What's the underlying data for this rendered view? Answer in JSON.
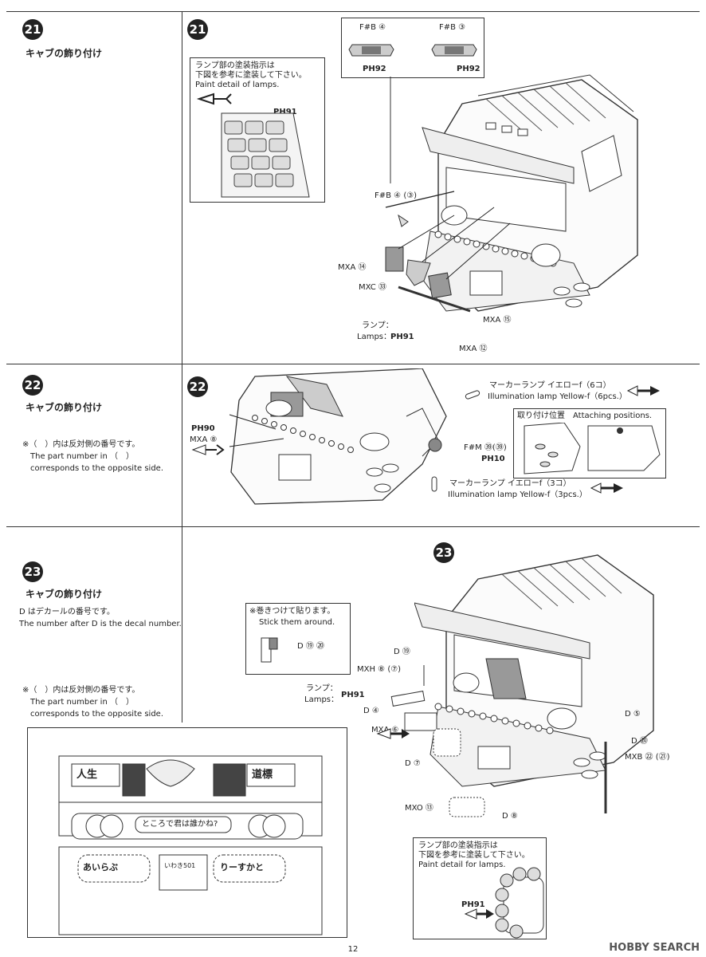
{
  "s21": {
    "num": "21",
    "title": "キャブの飾り付け",
    "paint_note_1": "ランプ部の塗装指示は",
    "paint_note_2": "下図を参考に塗装して下さい。",
    "paint_note_3": "Paint detail of lamps.",
    "ph91": "PH91",
    "top_left_fb": "F#B ④",
    "top_right_fb": "F#B ③",
    "top_left_ph": "PH92",
    "top_right_ph": "PH92",
    "fb43": "F#B ④ (③)",
    "mxa14": "MXA ⑭",
    "mxc33": "MXC ㉝",
    "lamps_jp": "ランプ：",
    "lamps_en": "Lamps：",
    "lamps_ph": "PH91",
    "mxa15": "MXA ⑮",
    "mxa12": "MXA ⑫"
  },
  "s22": {
    "num": "22",
    "title": "キャブの飾り付け",
    "note_1": "※（　）内は反対側の番号です。",
    "note_2": "The part number in （　）",
    "note_3": "corresponds to the opposite side.",
    "ph90": "PH90",
    "mxa8": "MXA ⑧",
    "marker6_jp": "マーカーランプ イエローf（6コ）",
    "marker6_en": "Illumination lamp Yellow-f（6pcs.）",
    "attach": "取り付け位置　Attaching positions.",
    "fm64": "F#M ㊴(㊴)",
    "ph10": "PH10",
    "marker3_jp": "マーカーランプ イエローf（3コ）",
    "marker3_en": "Illumination lamp Yellow-f（3pcs.）"
  },
  "s23": {
    "num": "23",
    "title": "キャブの飾り付け",
    "decal_note_1": "D はデカールの番号です。",
    "decal_note_2": "The number after D is the decal number.",
    "note_1": "※（　）内は反対側の番号です。",
    "note_2": "The part number in （　）",
    "note_3": "corresponds to the opposite side.",
    "wrap_jp": "※巻きつけて貼ります。",
    "wrap_en": "Stick them around.",
    "d19_20": "D ⑲ ⑳",
    "d19": "D ⑲",
    "mxh": "MXH ⑧ (⑦)",
    "lamps_jp": "ランプ：",
    "lamps_en": "Lamps：",
    "lamps_ph": "PH91",
    "d4": "D ④",
    "d5": "D ⑤",
    "mxa6": "MXA ⑥",
    "d7": "D ⑦",
    "d20": "D ⑳",
    "mxb": "MXB ㉒ (㉑)",
    "mxo13": "MXO ⑬",
    "d8": "D ⑧",
    "paint_1": "ランプ部の塗装指示は",
    "paint_2": "下図を参考に塗装して下さい。",
    "paint_3": "Paint detail for lamps.",
    "ph91b": "PH91"
  },
  "bumper_art": {
    "sign_left": "人生",
    "sign_right": "道標",
    "banner": "ところで君は誰かね?",
    "plate_left": "あいらぶ",
    "plate_right": "りーすかと",
    "center_plate": "いわき501"
  },
  "footer": {
    "page": "12",
    "brand": "HOBBY SEARCH"
  }
}
